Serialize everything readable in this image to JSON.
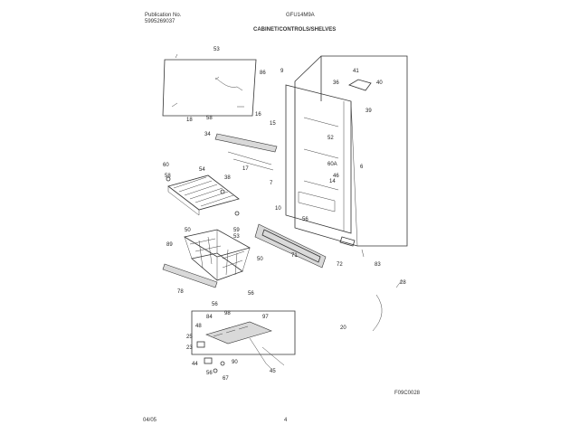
{
  "header": {
    "pub_label": "Publication No.",
    "pub_number": "5995269037",
    "model": "GFU14M9A",
    "section_title": "CABINET/CONTROLS/SHELVES"
  },
  "callouts": [
    "53",
    "86",
    "9",
    "41",
    "36",
    "40",
    "39",
    "18",
    "58",
    "16",
    "15",
    "52",
    "34",
    "17",
    "6",
    "60A",
    "7",
    "46",
    "14",
    "60",
    "54",
    "38",
    "58",
    "10",
    "56",
    "53",
    "71",
    "72",
    "50",
    "89",
    "50",
    "78",
    "56",
    "56",
    "83",
    "59",
    "28",
    "20",
    "84",
    "98",
    "97",
    "48",
    "25",
    "44",
    "45",
    "56",
    "67",
    "90",
    "23"
  ],
  "footer": {
    "date": "04/05",
    "page": "4",
    "fig_code": "F09C0028"
  }
}
